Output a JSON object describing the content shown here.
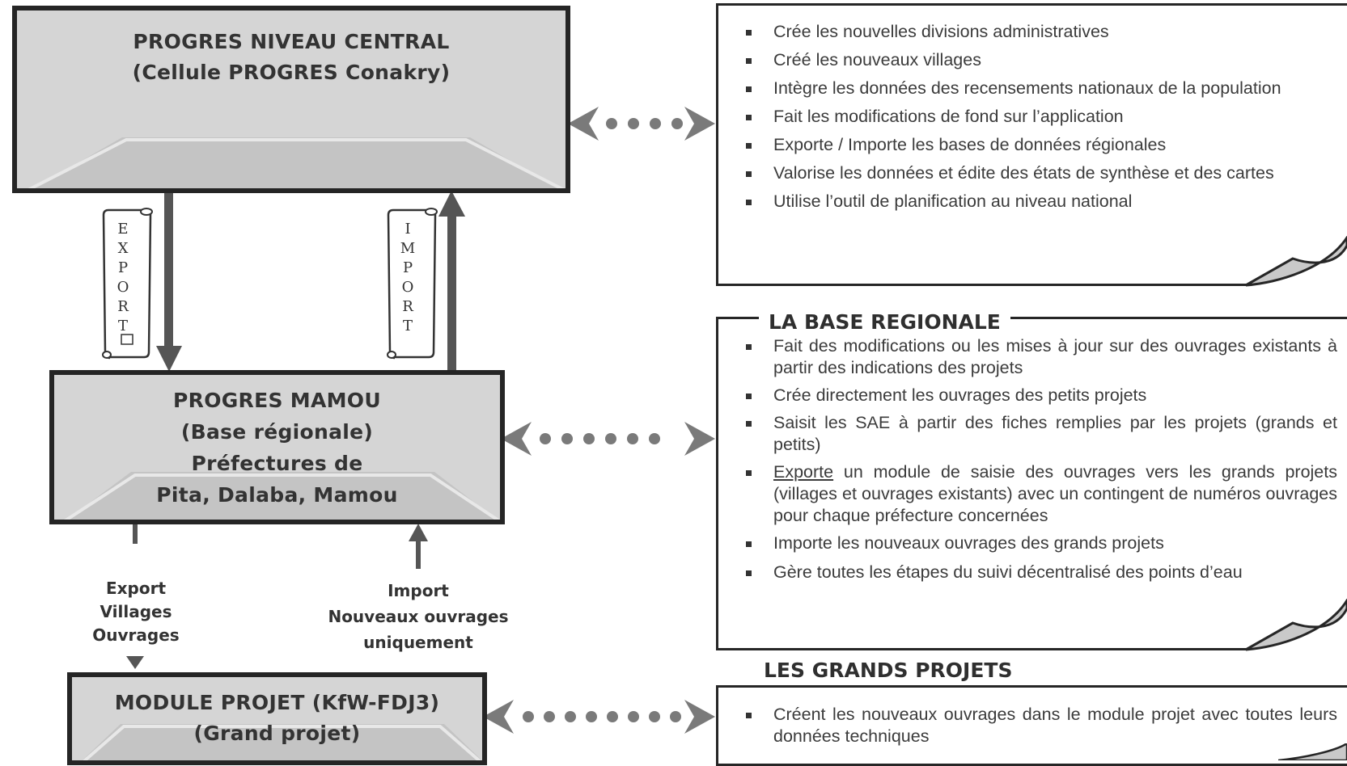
{
  "levels": {
    "central": {
      "line1": "PROGRES NIVEAU CENTRAL",
      "line2": "(Cellule PROGRES Conakry)"
    },
    "regional": {
      "line1": "PROGRES MAMOU",
      "line2": "(Base régionale)",
      "line3": "Préfectures de",
      "line4": "Pita, Dalaba, Mamou"
    },
    "project": {
      "line1": "MODULE PROJET (KfW-FDJ3)",
      "line2": "(Grand projet)"
    }
  },
  "scrolls": {
    "export": "EXPORT",
    "import": "IMPORT"
  },
  "flows": {
    "export": {
      "line1": "Export",
      "line2": "Villages",
      "line3": "Ouvrages"
    },
    "import": {
      "line1": "Import",
      "line2": "Nouveaux ouvrages",
      "line3": "uniquement"
    }
  },
  "panels": {
    "central": {
      "items": [
        "Crée les nouvelles divisions administratives",
        "Créé les nouveaux villages",
        "Intègre les données des recensements nationaux de la population",
        "Fait les modifications de fond sur l’application",
        "Exporte / Importe les bases de données régionales",
        "Valorise les données et édite des états de synthèse et des cartes",
        "Utilise l’outil de planification au niveau national"
      ]
    },
    "regional": {
      "title": "LA BASE REGIONALE",
      "items": [
        "Fait des modifications ou les mises à jour sur des ouvrages existants à partir des indications des projets",
        "Crée directement les ouvrages des petits projets",
        "Saisit les SAE à partir des fiches remplies par les projets (grands et petits)",
        "un module de saisie des ouvrages vers les grands projets (villages et ouvrages existants) avec un contingent de numéros ouvrages pour chaque préfecture concernées",
        "Importe les nouveaux ouvrages des grands projets",
        "Gère toutes les étapes du suivi décentralisé des points d’eau"
      ],
      "underlined_word": "Exporte"
    },
    "projects": {
      "title": "LES GRANDS PROJETS",
      "items": [
        "Créent les nouveaux ouvrages dans le module projet avec toutes leurs données techniques"
      ]
    }
  },
  "colors": {
    "box_fill": "#d5d5d5",
    "border": "#252525",
    "arrow": "#7a7a7a"
  }
}
